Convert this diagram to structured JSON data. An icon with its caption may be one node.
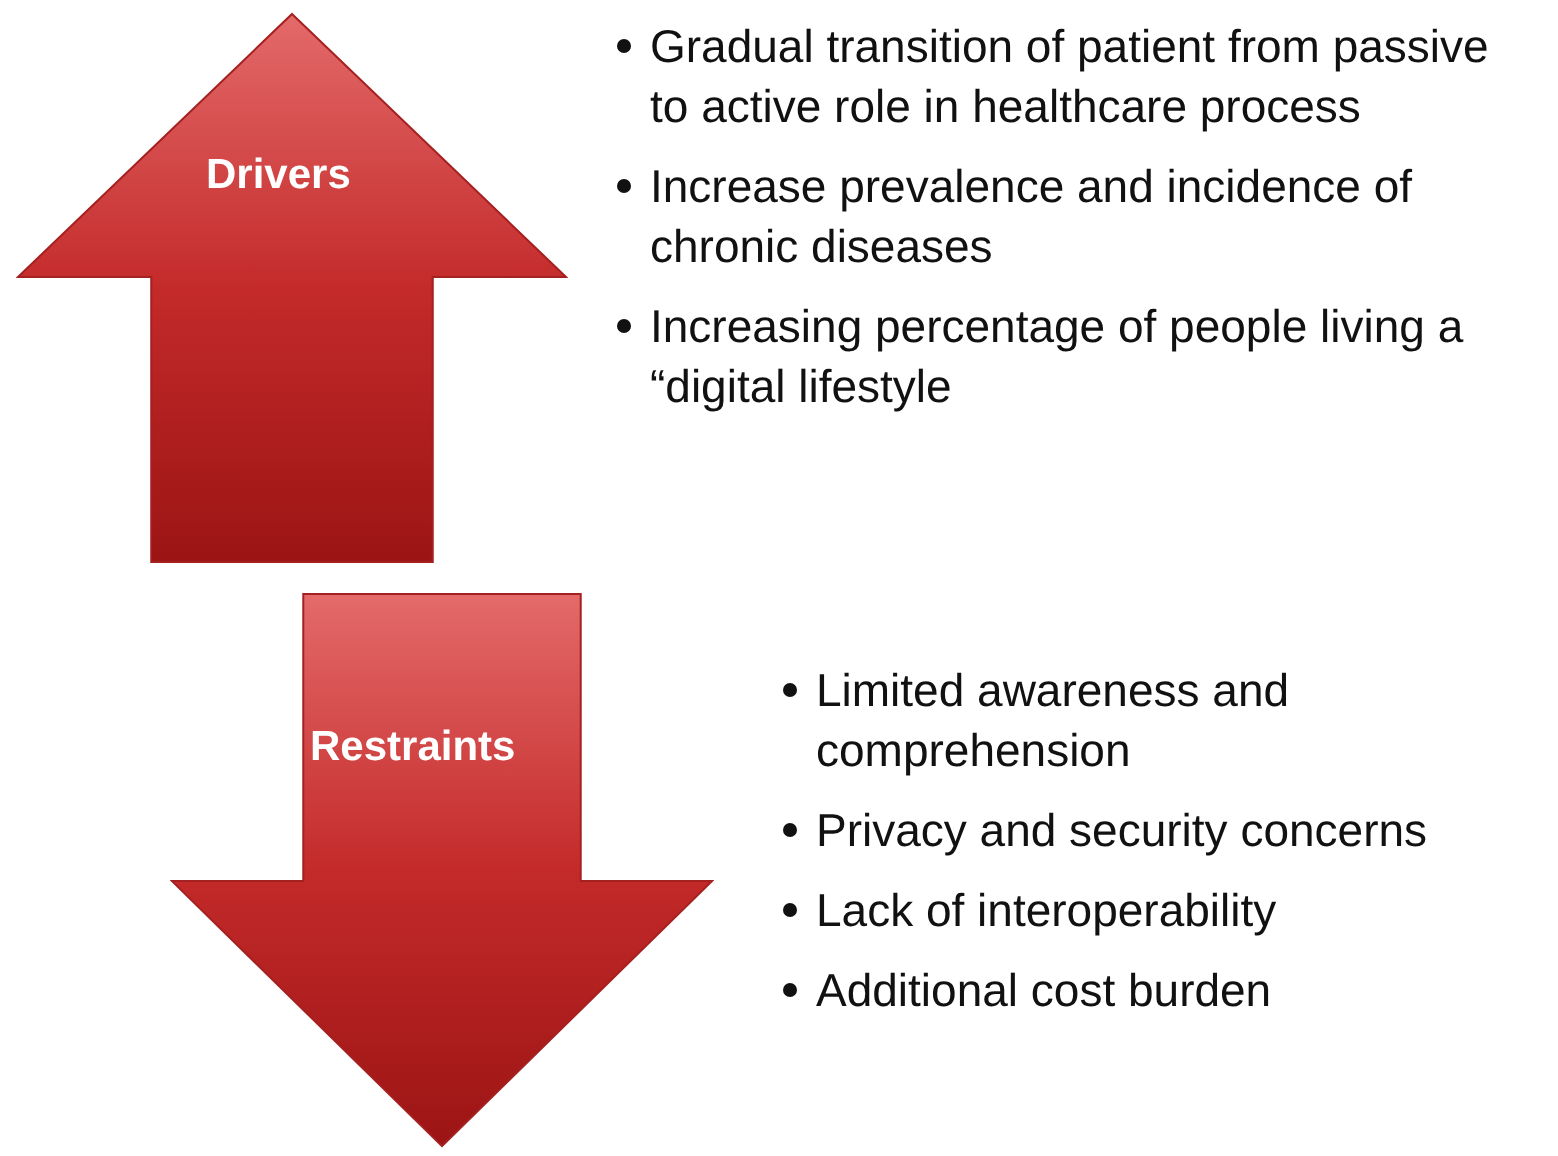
{
  "diagram": {
    "nodes": [
      {
        "text": [
          "Drivers"
        ],
        "beside": [
          "Gradual transition of patient from passive to active role in healthcare process",
          "Increase prevalence and incidence of chronic diseases",
          "Increasing percentage of people living a “digital lifestyle"
        ]
      },
      {
        "text": [
          "Restraints"
        ],
        "beside": [
          "Limited awareness and comprehension",
          "Privacy and security concerns",
          "Lack of interoperability",
          "Additional cost burden"
        ]
      }
    ]
  }
}
